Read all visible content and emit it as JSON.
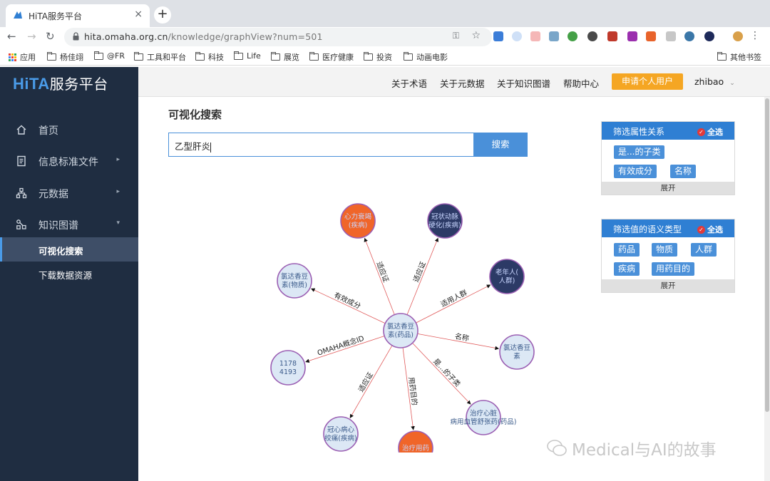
{
  "browser": {
    "tab_title": "HiTA服务平台",
    "url_host": "hita.omaha.org.cn",
    "url_path": "/knowledge/graphView?num=501",
    "bookmarks": [
      "应用",
      "杨佳翊",
      "@FR",
      "工具和平台",
      "科技",
      "Life",
      "展览",
      "医疗健康",
      "投资",
      "动画电影"
    ],
    "other_bookmarks": "其他书签"
  },
  "site": {
    "logo_letters": "HiTA",
    "logo_text": "服务平台",
    "nav": [
      "关于术语",
      "关于元数据",
      "关于知识图谱",
      "帮助中心"
    ],
    "apply_button": "申请个人用户",
    "username": "zhibao"
  },
  "sidebar": {
    "items": [
      {
        "label": "首页",
        "icon": "home-icon"
      },
      {
        "label": "信息标准文件",
        "icon": "document-icon"
      },
      {
        "label": "元数据",
        "icon": "hierarchy-icon"
      },
      {
        "label": "知识图谱",
        "icon": "graph-icon"
      }
    ],
    "sub_items": [
      "可视化搜索",
      "下载数据资源"
    ]
  },
  "main": {
    "title": "可视化搜索",
    "search_value": "乙型肝炎",
    "search_button": "搜索"
  },
  "filter_relations": {
    "title": "筛选属性关系",
    "select_all": "全选",
    "tags": [
      "是...的子类",
      "有效成分",
      "名称"
    ],
    "expand": "展开"
  },
  "filter_types": {
    "title": "筛选值的语义类型",
    "select_all": "全选",
    "tags": [
      "药品",
      "物质",
      "人群",
      "疾病",
      "用药目的"
    ],
    "expand": "展开"
  },
  "graph": {
    "center": "氯达香豆素(药品)",
    "nodes": [
      {
        "label": "心力衰竭(疾病)",
        "relation": "适应证",
        "kind": "orange"
      },
      {
        "label": "冠状动脉硬化(疾病)",
        "relation": "适应证",
        "kind": "navy"
      },
      {
        "label": "老年人(人群)",
        "relation": "适用人群",
        "kind": "navy"
      },
      {
        "label": "氯达香豆素",
        "relation": "名称",
        "kind": "light"
      },
      {
        "label": "治疗心脏病用血管舒张药(药品)",
        "relation": "是...的子类",
        "kind": "light"
      },
      {
        "label": "治疗用药",
        "relation": "用药目的",
        "kind": "orange"
      },
      {
        "label": "冠心病心绞痛(疾病)",
        "relation": "适应证",
        "kind": "light"
      },
      {
        "label": "11784193",
        "relation": "OMAHA概念ID",
        "kind": "light"
      },
      {
        "label": "氯达香豆素(物质)",
        "relation": "有效成分",
        "kind": "light"
      }
    ]
  },
  "watermark": "Medical与AI的故事",
  "colors": {
    "sidebar": "#1f2d41",
    "accent": "#2f7fd3",
    "apply": "#f5a623",
    "node_orange": "#f06529",
    "node_navy": "#2c3a66",
    "node_light": "#dce8f5",
    "edge": "#e05a5a"
  }
}
